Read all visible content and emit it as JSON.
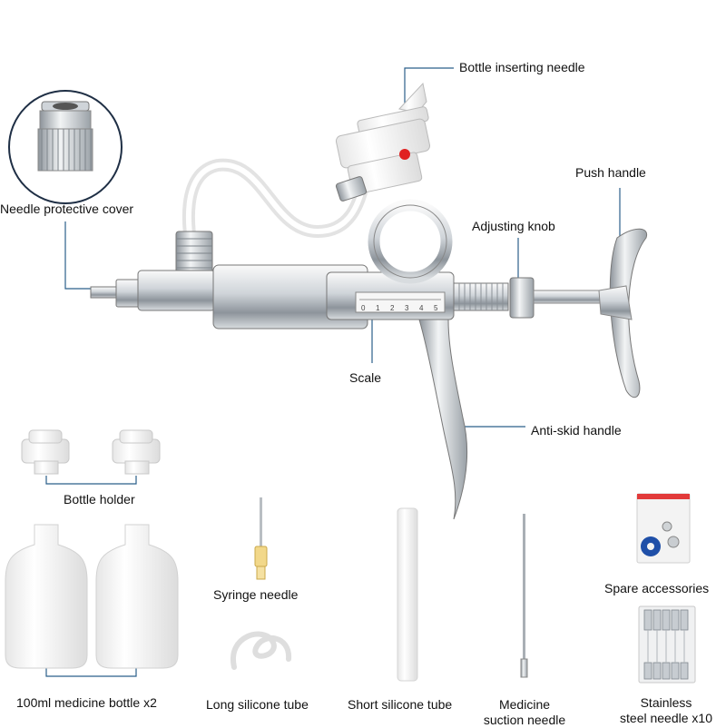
{
  "labels": {
    "bottle_inserting_needle": "Bottle inserting needle",
    "needle_protective_cover": "Needle protective cover",
    "push_handle": "Push handle",
    "adjusting_knob": "Adjusting knob",
    "scale": "Scale",
    "anti_skid_handle": "Anti-skid handle",
    "bottle_holder": "Bottle holder",
    "medicine_bottle": "100ml medicine bottle x2",
    "syringe_needle": "Syringe needle",
    "long_silicone_tube": "Long silicone tube",
    "short_silicone_tube": "Short silicone tube",
    "medicine_suction_needle_l1": "Medicine",
    "medicine_suction_needle_l2": "suction needle",
    "spare_accessories": "Spare accessories",
    "stainless_needle_l1": "Stainless",
    "stainless_needle_l2": "steel needle x10"
  },
  "scale_marks": [
    "0",
    "1",
    "2",
    "3",
    "4",
    "5"
  ],
  "colors": {
    "leader_line": "#2b5f8a",
    "steel_light": "#e9ecef",
    "steel_dark": "#8d949b",
    "plastic_white": "#f4f4f4",
    "red_dot": "#e02020",
    "blue_washer": "#1f4fa8"
  }
}
